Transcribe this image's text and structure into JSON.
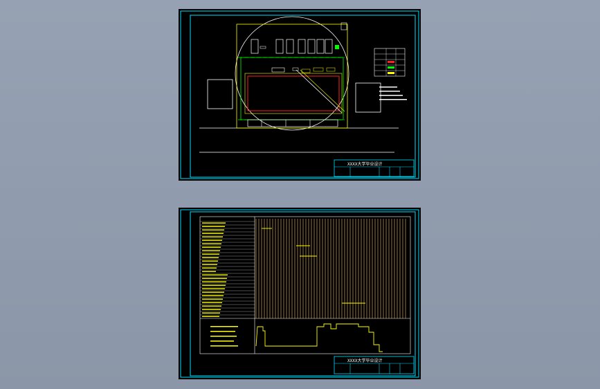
{
  "colors": {
    "canvas_bg": "#8b97a8",
    "sheet_bg": "#000000",
    "frame": "#00e0ff",
    "drawing_white": "#ffffff",
    "drawing_yellow": "#ffff00",
    "drawing_green": "#00ff00",
    "drawing_red": "#ff0000",
    "grid_orange": "#ffc060"
  },
  "sheets": [
    {
      "id": "top",
      "title_block": {
        "title": "XXXX大学毕业设计"
      },
      "icons": [
        "site-layout-drawing",
        "magnifier-circle-icon",
        "legend-table"
      ]
    },
    {
      "id": "bottom",
      "title_block": {
        "title": "XXXX大学毕业设计"
      },
      "icons": [
        "schedule-table",
        "progress-gantt-chart",
        "notes-block"
      ]
    }
  ]
}
